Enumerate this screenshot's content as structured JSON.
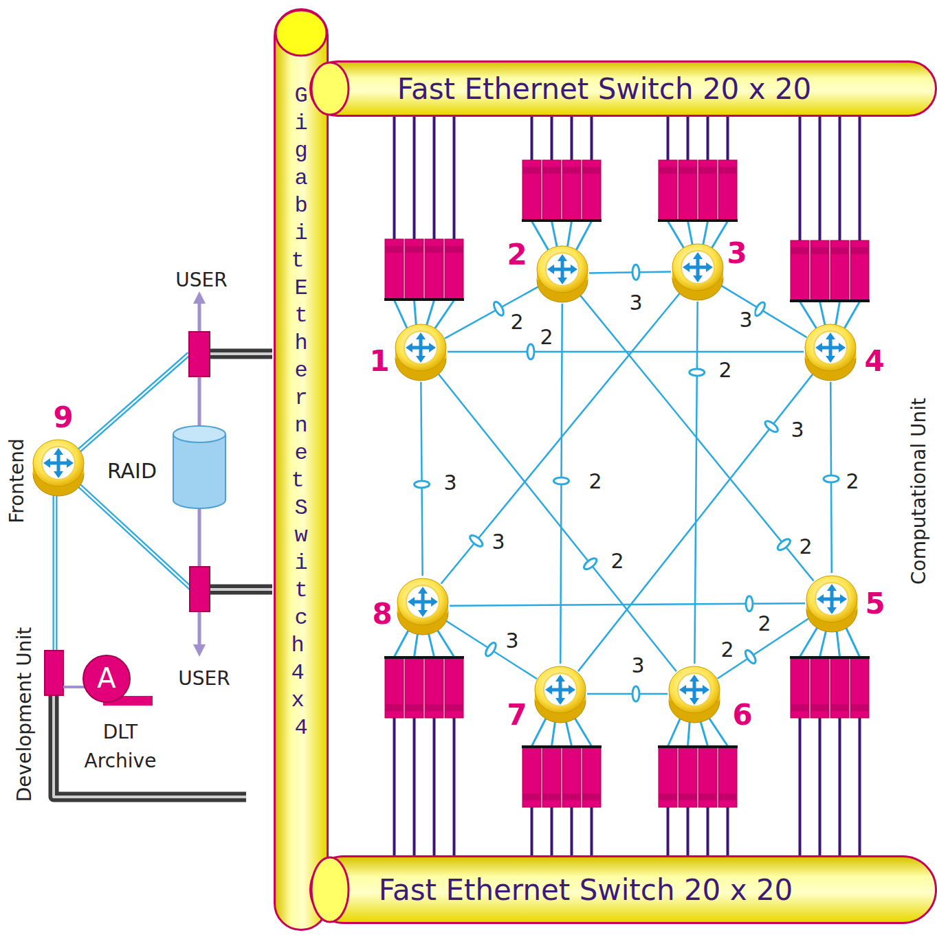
{
  "diagram": {
    "nodes": [
      {
        "text": [
          "Gigabit Ethernet Switch 4 x 4"
        ]
      },
      {
        "text": [
          "Fast Ethernet Switch 20 x 20"
        ]
      },
      {
        "text": [
          "1"
        ]
      },
      {
        "text": [
          "2"
        ]
      },
      {
        "text": [
          "3"
        ]
      },
      {
        "text": [
          "4"
        ]
      },
      {
        "text": [
          "5"
        ]
      },
      {
        "text": [
          "6"
        ]
      },
      {
        "text": [
          "7"
        ]
      },
      {
        "text": [
          "8"
        ]
      },
      {
        "text": [
          "9"
        ]
      },
      {
        "text": [
          "A",
          "DLT Archive"
        ]
      },
      {
        "text": [
          "Fast Ethernet Switch 20 x 20"
        ]
      }
    ],
    "edges": [
      {
        "from": 2,
        "to": 3,
        "arrow": "none",
        "label": "2"
      },
      {
        "from": 3,
        "to": 4,
        "arrow": "none",
        "label": "3"
      },
      {
        "from": 4,
        "to": 5,
        "arrow": "none",
        "label": "3"
      },
      {
        "from": 2,
        "to": 5,
        "arrow": "none",
        "label": "2"
      },
      {
        "from": 3,
        "to": 8,
        "arrow": "none",
        "label": "2"
      },
      {
        "from": 4,
        "to": 7,
        "arrow": "none",
        "label": "2"
      },
      {
        "from": 4,
        "to": 9,
        "arrow": "none",
        "label": "3"
      },
      {
        "from": 3,
        "to": 6,
        "arrow": "none",
        "label": "2"
      },
      {
        "from": 5,
        "to": 8,
        "arrow": "none",
        "label": "3"
      },
      {
        "from": 2,
        "to": 7,
        "arrow": "none",
        "label": "2"
      },
      {
        "from": 2,
        "to": 9,
        "arrow": "none",
        "label": "3"
      },
      {
        "from": 5,
        "to": 6,
        "arrow": "none",
        "label": "2"
      },
      {
        "from": 9,
        "to": 6,
        "arrow": "none",
        "label": "2"
      },
      {
        "from": 9,
        "to": 8,
        "arrow": "none",
        "label": "3"
      },
      {
        "from": 8,
        "to": 7,
        "arrow": "none",
        "label": "3"
      },
      {
        "from": 7,
        "to": 6,
        "arrow": "none",
        "label": "2"
      }
    ],
    "labels": [
      "USER",
      "Frontend",
      "RAID",
      "USER",
      "Development Unit",
      "Computational Unit"
    ]
  }
}
